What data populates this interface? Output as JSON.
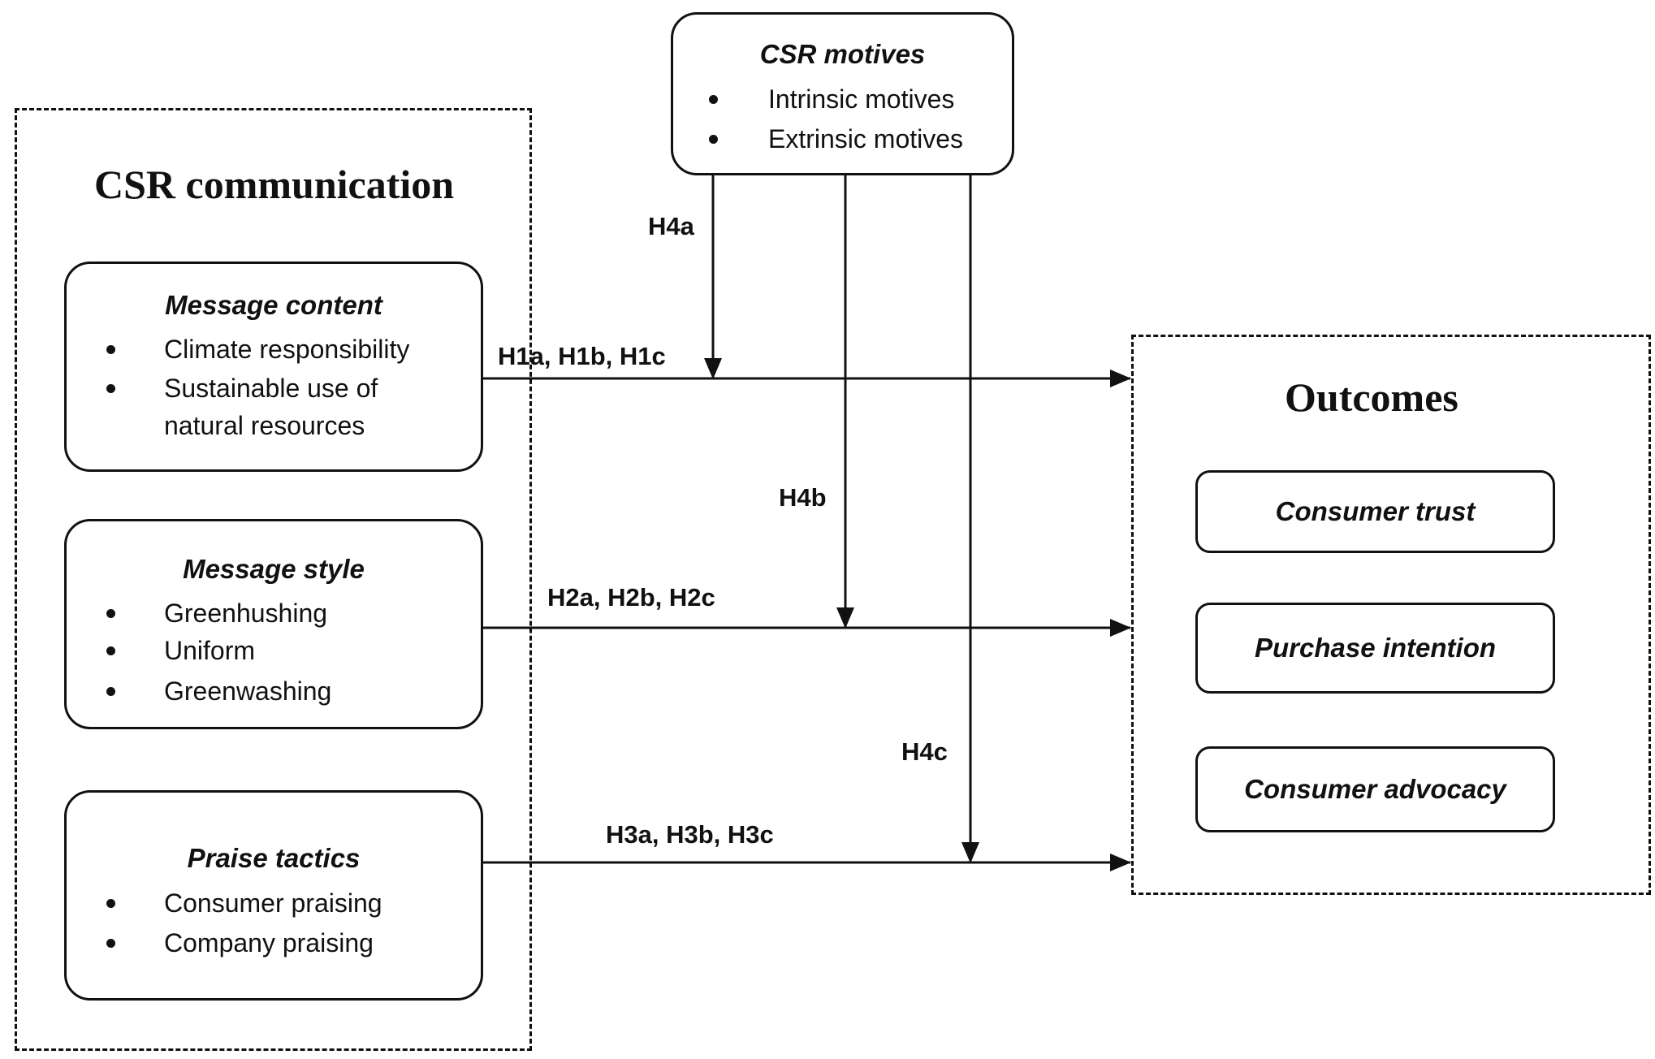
{
  "csr_communication": {
    "title": "CSR communication",
    "groups": [
      {
        "title": "Message content",
        "items": [
          "Climate responsibility",
          "Sustainable use of",
          "natural resources"
        ]
      },
      {
        "title": "Message style",
        "items": [
          "Greenhushing",
          "Uniform",
          "Greenwashing"
        ]
      },
      {
        "title": "Praise tactics",
        "items": [
          "Consumer praising",
          "Company praising"
        ]
      }
    ]
  },
  "csr_motives": {
    "title": "CSR motives",
    "items": [
      "Intrinsic motives",
      "Extrinsic motives"
    ]
  },
  "outcomes": {
    "title": "Outcomes",
    "items": [
      "Consumer trust",
      "Purchase intention",
      "Consumer advocacy"
    ]
  },
  "hypotheses": {
    "h1": "H1a, H1b, H1c",
    "h2": "H2a, H2b, H2c",
    "h3": "H3a, H3b, H3c",
    "h4a": "H4a",
    "h4b": "H4b",
    "h4c": "H4c"
  }
}
